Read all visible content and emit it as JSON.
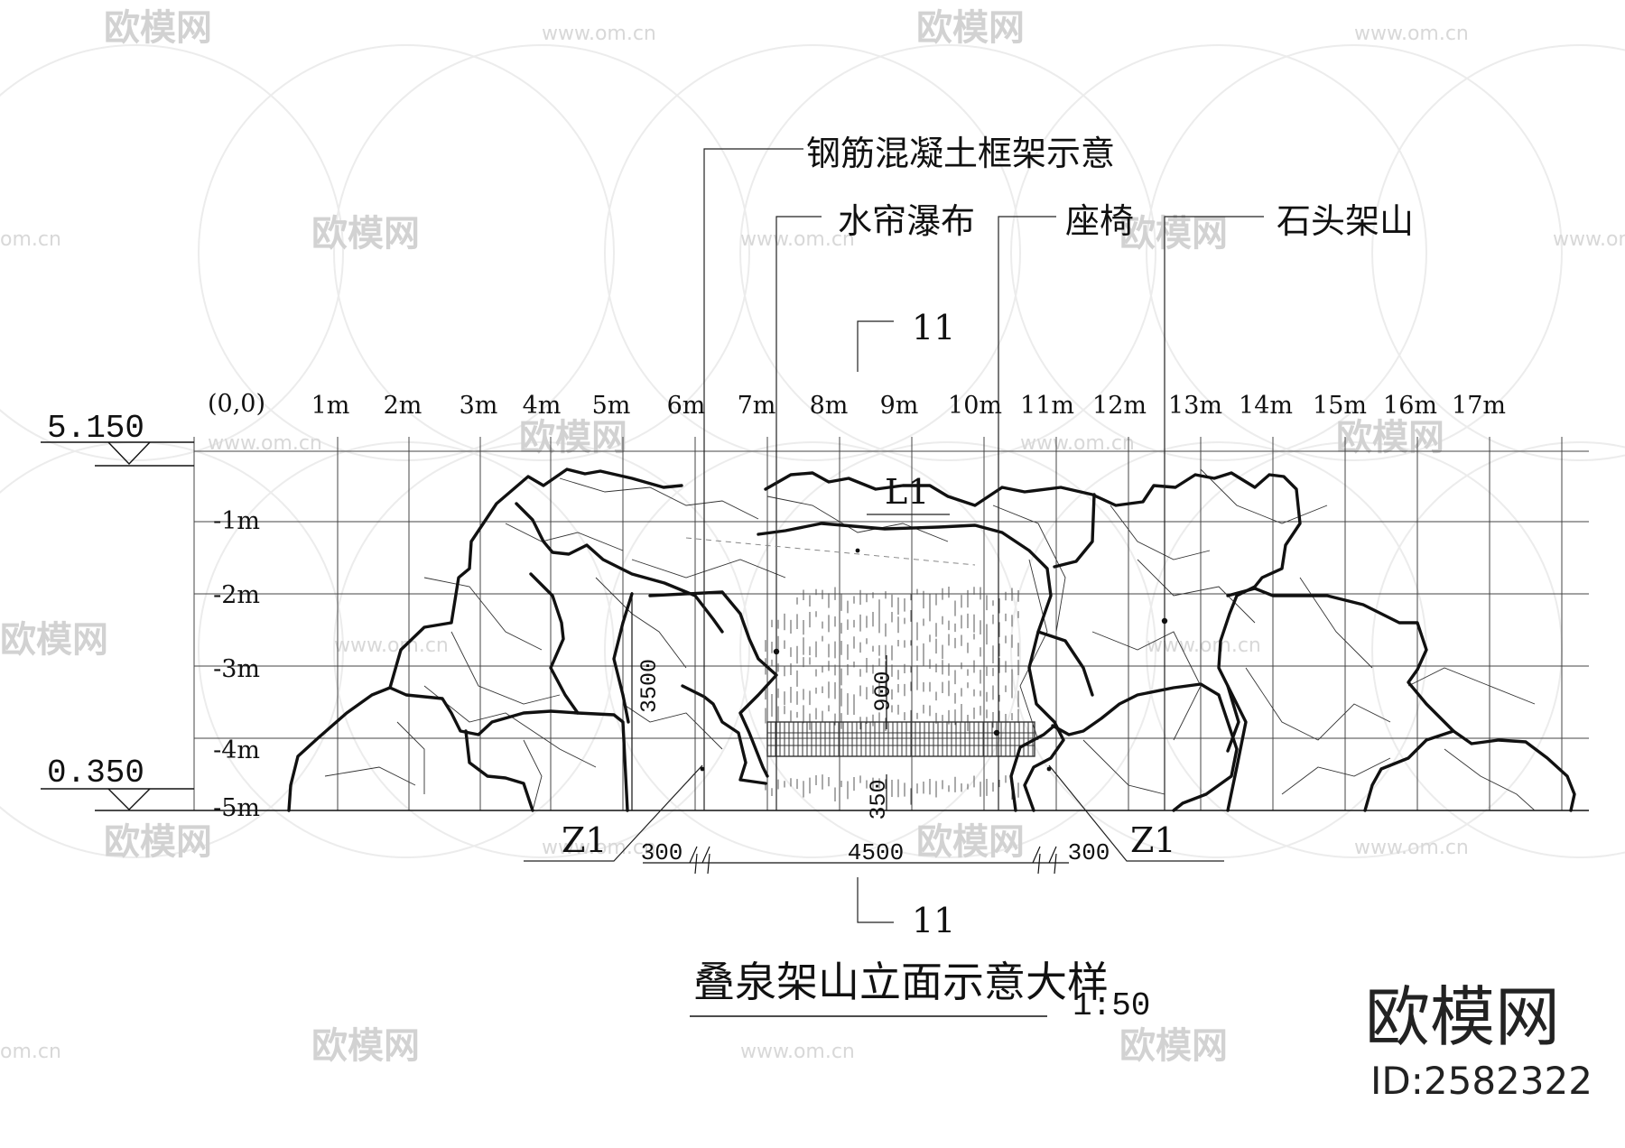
{
  "leaders": {
    "frame": "钢筋混凝土框架示意",
    "waterfall": "水帘瀑布",
    "bench": "座椅",
    "rockery": "石头架山"
  },
  "section_mark": {
    "top": "11",
    "bottom": "11"
  },
  "origin_label": "(0,0)",
  "x_axis_labels": [
    "1m",
    "2m",
    "3m",
    "4m",
    "5m",
    "6m",
    "7m",
    "8m",
    "9m",
    "10m",
    "11m",
    "12m",
    "13m",
    "14m",
    "15m",
    "16m",
    "17m"
  ],
  "y_axis_labels": [
    "-1m",
    "-2m",
    "-3m",
    "-4m",
    "-5m"
  ],
  "elevations": {
    "top": "5.150",
    "bottom": "0.350"
  },
  "tags": {
    "l1": "L1",
    "z1_left": "Z1",
    "z1_right": "Z1"
  },
  "dimensions": {
    "d300_left": "300",
    "d4500": "4500",
    "d300_right": "300",
    "d3500": "3500",
    "d900": "900",
    "d350": "350"
  },
  "title": {
    "main": "叠泉架山立面示意大样",
    "scale": "1:50"
  },
  "watermark": {
    "brand": "欧模网",
    "url": "www.om.cn",
    "url_short": "om.cn",
    "id": "ID:2582322"
  }
}
